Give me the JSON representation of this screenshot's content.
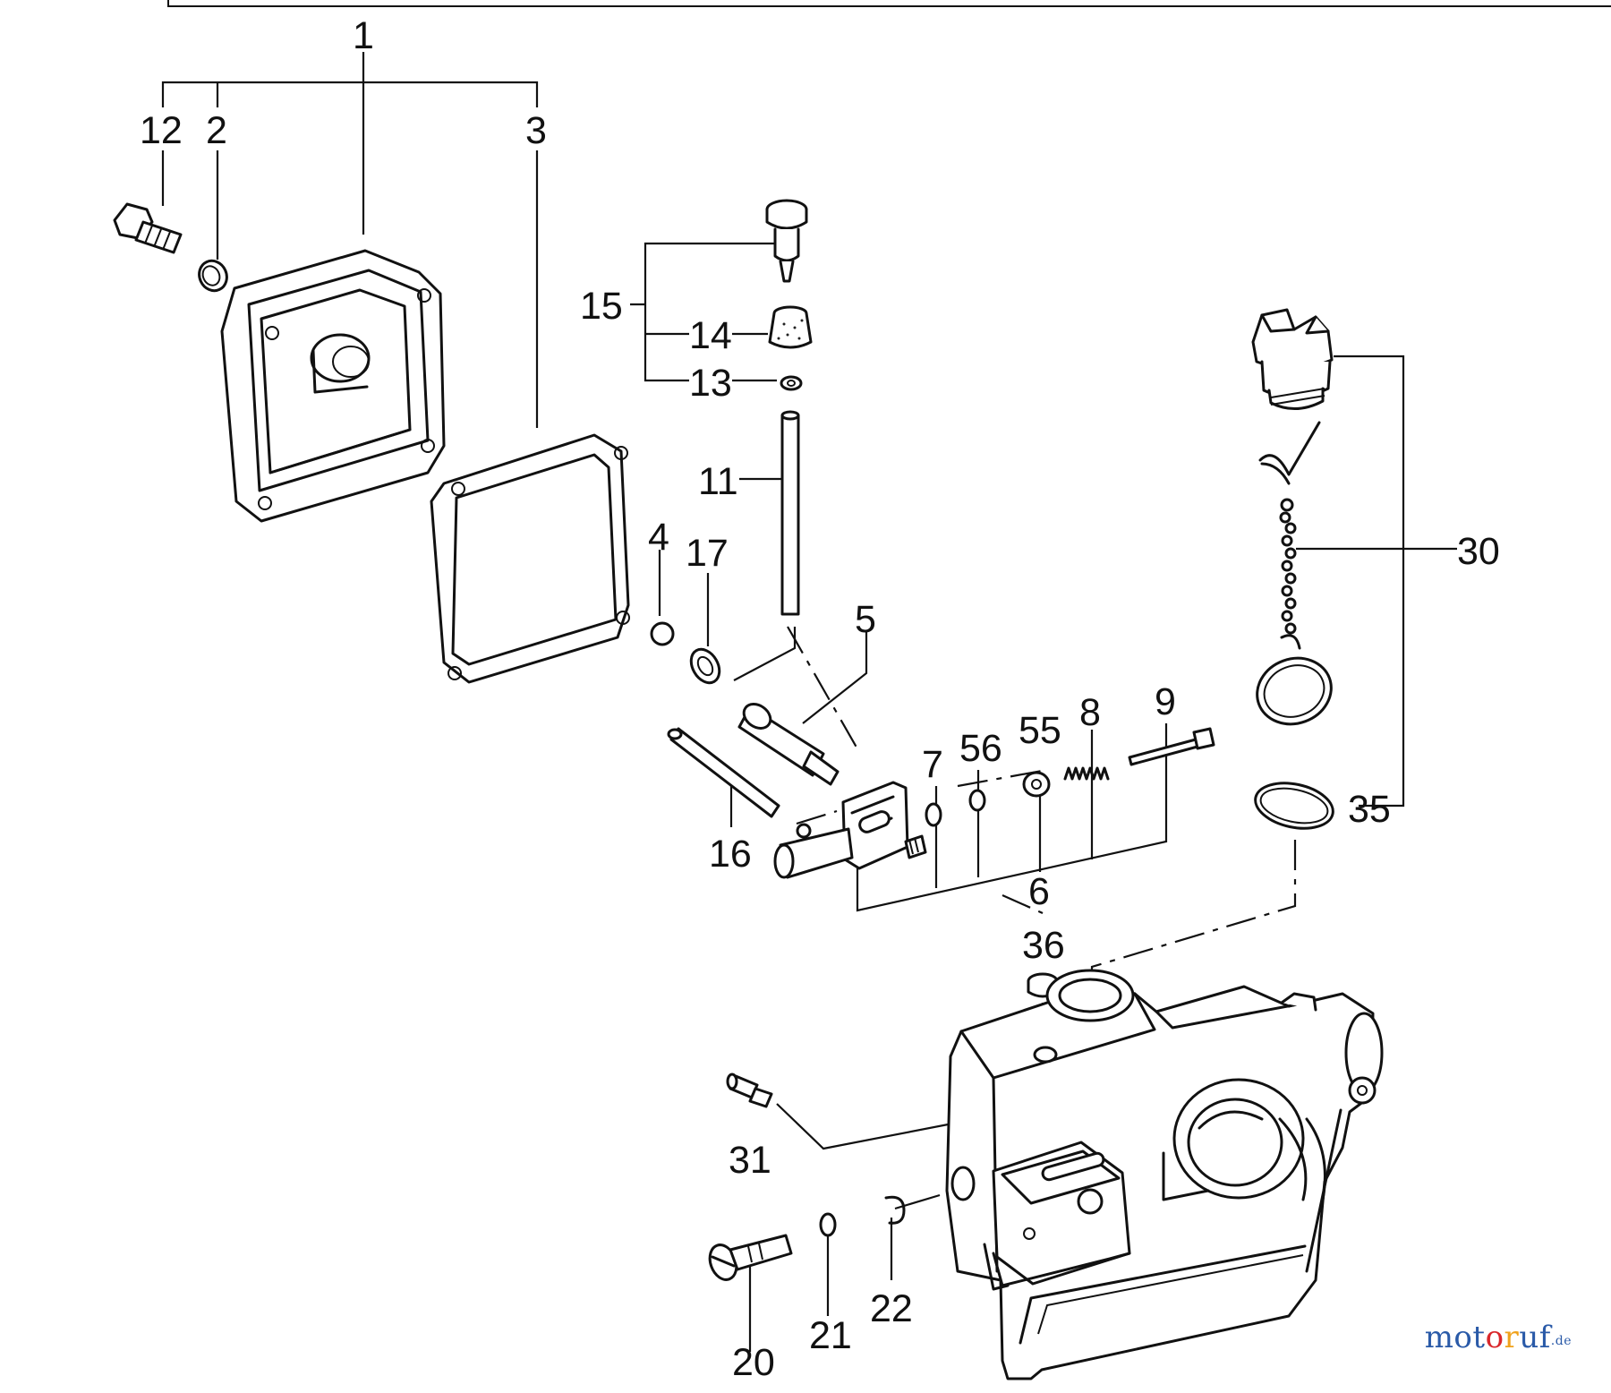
{
  "callouts": [
    {
      "id": "1",
      "text": "1"
    },
    {
      "id": "2",
      "text": "2"
    },
    {
      "id": "3",
      "text": "3"
    },
    {
      "id": "4",
      "text": "4"
    },
    {
      "id": "5",
      "text": "5"
    },
    {
      "id": "6",
      "text": "6"
    },
    {
      "id": "7",
      "text": "7"
    },
    {
      "id": "8",
      "text": "8"
    },
    {
      "id": "9",
      "text": "9"
    },
    {
      "id": "11",
      "text": "11"
    },
    {
      "id": "12",
      "text": "12"
    },
    {
      "id": "13",
      "text": "13"
    },
    {
      "id": "14",
      "text": "14"
    },
    {
      "id": "15",
      "text": "15"
    },
    {
      "id": "16",
      "text": "16"
    },
    {
      "id": "17",
      "text": "17"
    },
    {
      "id": "20",
      "text": "20"
    },
    {
      "id": "21",
      "text": "21"
    },
    {
      "id": "22",
      "text": "22"
    },
    {
      "id": "30",
      "text": "30"
    },
    {
      "id": "31",
      "text": "31"
    },
    {
      "id": "35",
      "text": "35"
    },
    {
      "id": "36",
      "text": "36"
    },
    {
      "id": "55",
      "text": "55"
    },
    {
      "id": "56",
      "text": "56"
    }
  ],
  "watermark": {
    "part1": "mot",
    "part2": "o",
    "part3": "r",
    "part4": "uf",
    "part5": ".de"
  }
}
